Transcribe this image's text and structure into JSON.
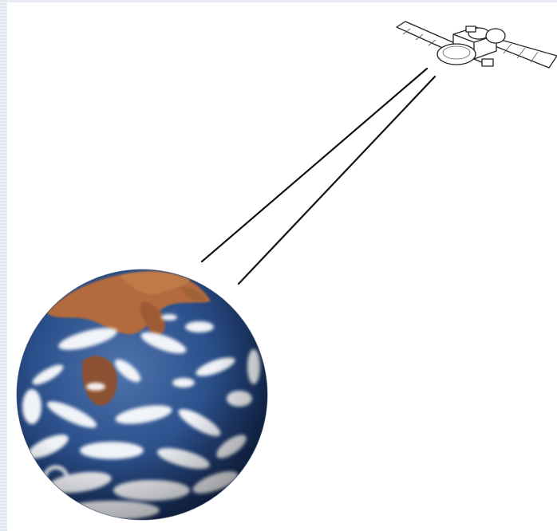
{
  "diagram": {
    "objects": [
      "satellite",
      "signal-beam",
      "earth"
    ],
    "colors": {
      "background": "#ffffff",
      "ocean": "#25467e",
      "land": "#b0683e",
      "clouds": "#ffffff",
      "line": "#111111"
    },
    "icons": {
      "satellite": "satellite-icon",
      "earth": "earth-globe"
    }
  }
}
